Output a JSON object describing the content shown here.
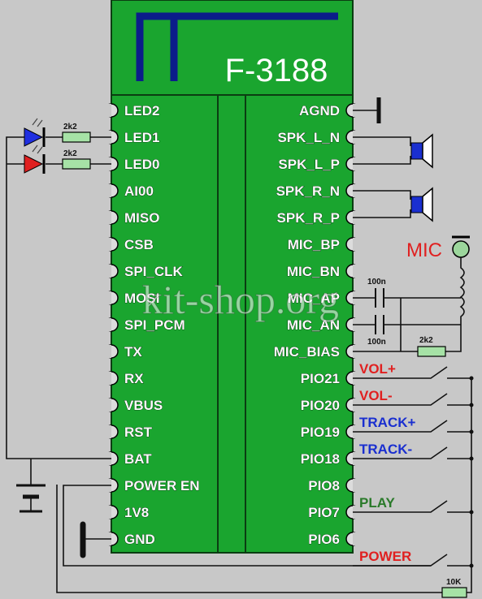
{
  "chip": {
    "name": "F-3188",
    "color": "#1aa52f",
    "left_pins": [
      "LED2",
      "LED1",
      "LED0",
      "AI00",
      "MISO",
      "CSB",
      "SPI_CLK",
      "MOSI",
      "SPI_PCM",
      "TX",
      "RX",
      "VBUS",
      "RST",
      "BAT",
      "POWER EN",
      "1V8",
      "GND"
    ],
    "right_pins": [
      "AGND",
      "SPK_L_N",
      "SPK_L_P",
      "SPK_R_N",
      "SPK_R_P",
      "MIC_BP",
      "MIC_BN",
      "MIC_AP",
      "MIC_AN",
      "MIC_BIAS",
      "PIO21",
      "PIO20",
      "PIO19",
      "PIO18",
      "PIO8",
      "PIO7",
      "PIO6"
    ]
  },
  "components": {
    "resistor_led1": "2k2",
    "resistor_led0": "2k2",
    "cap_top": "100n",
    "cap_bottom": "100n",
    "resistor_bias": "2k2",
    "resistor_bottom": "10K",
    "mic_label": "MIC"
  },
  "buttons": [
    {
      "label": "VOL+",
      "color": "#e02020"
    },
    {
      "label": "VOL-",
      "color": "#e02020"
    },
    {
      "label": "TRACK+",
      "color": "#1a2fd0"
    },
    {
      "label": "TRACK-",
      "color": "#1a2fd0"
    },
    {
      "label": "PLAY",
      "color": "#2a7a2a"
    },
    {
      "label": "POWER",
      "color": "#e02020"
    }
  ],
  "watermark": "kit-shop.org",
  "colors": {
    "pin_circle": "#dcdcdc",
    "led_blue": "#1f2fe0",
    "led_red": "#e02020",
    "resistor": "#a6e2a6",
    "speaker": "#1a2fd0"
  }
}
